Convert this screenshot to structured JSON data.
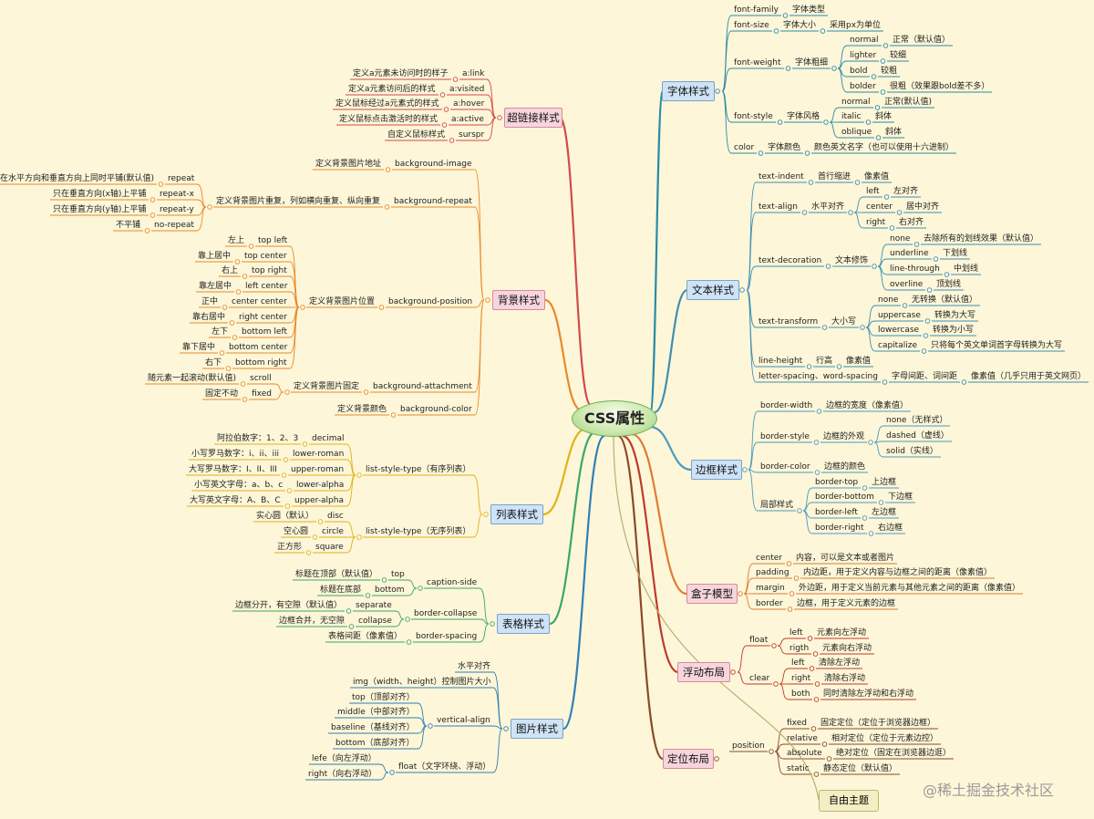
{
  "central": "CSS属性",
  "free_topic": "自由主题",
  "watermark": "@稀土掘金技术社区",
  "colors": {
    "background": "#fdf6d8",
    "topic_blue": "#cfe3f7",
    "topic_pink": "#f7d5dd",
    "central_green": "#cde9b0"
  },
  "topics": {
    "font_style": "字体样式",
    "text_style": "文本样式",
    "border_style": "边框样式",
    "box_model": "盒子模型",
    "float_layout": "浮动布局",
    "position_layout": "定位布局",
    "link_style": "超链接样式",
    "background_style": "背景样式",
    "list_style": "列表样式",
    "table_style": "表格样式",
    "image_style": "图片样式"
  },
  "font": {
    "family": [
      "font-family",
      "字体类型"
    ],
    "size": [
      "font-size",
      "字体大小",
      "采用px为单位"
    ],
    "weight": [
      "font-weight",
      "字体粗细"
    ],
    "weight_items": [
      [
        "normal",
        "正常（默认值）"
      ],
      [
        "lighter",
        "较细"
      ],
      [
        "bold",
        "较粗"
      ],
      [
        "bolder",
        "很粗（效果跟bold差不多）"
      ]
    ],
    "style": [
      "font-style",
      "字体风格"
    ],
    "style_items": [
      [
        "normal",
        "正常(默认值)"
      ],
      [
        "italic",
        "斜体"
      ],
      [
        "oblique",
        "斜体"
      ]
    ],
    "color": [
      "color",
      "字体颜色",
      "颜色英文名字（也可以使用十六进制）"
    ]
  },
  "text": {
    "indent": [
      "text-indent",
      "首行缩进",
      "像素值"
    ],
    "align": [
      "text-align",
      "水平对齐"
    ],
    "align_items": [
      [
        "left",
        "左对齐"
      ],
      [
        "center",
        "居中对齐"
      ],
      [
        "right",
        "右对齐"
      ]
    ],
    "decoration": [
      "text-decoration",
      "文本修饰"
    ],
    "decoration_items": [
      [
        "none",
        "去除所有的划线效果（默认值）"
      ],
      [
        "underline",
        "下划线"
      ],
      [
        "line-through",
        "中划线"
      ],
      [
        "overline",
        "顶划线"
      ]
    ],
    "transform": [
      "text-transform",
      "大小写"
    ],
    "transform_items": [
      [
        "none",
        "无转换（默认值）"
      ],
      [
        "uppercase",
        "转换为大写"
      ],
      [
        "lowercase",
        "转换为小写"
      ],
      [
        "capitalize",
        "只将每个英文单词首字母转换为大写"
      ]
    ],
    "line_height": [
      "line-height",
      "行高",
      "像素值"
    ],
    "spacing": [
      "letter-spacing、word-spacing",
      "字母间距、词间距",
      "像素值（几乎只用于英文网页）"
    ]
  },
  "border": {
    "width": [
      "border-width",
      "边框的宽度（像素值）"
    ],
    "style": [
      "border-style",
      "边框的外观"
    ],
    "style_items": [
      "none（无样式）",
      "dashed（虚线）",
      "solid（实线）"
    ],
    "color": [
      "border-color",
      "边框的颜色"
    ],
    "local": "局部样式",
    "local_items": [
      [
        "border-top",
        "上边框"
      ],
      [
        "border-bottom",
        "下边框"
      ],
      [
        "border-left",
        "左边框"
      ],
      [
        "border-right",
        "右边框"
      ]
    ]
  },
  "box": [
    [
      "center",
      "内容，可以是文本或者图片"
    ],
    [
      "padding",
      "内边距，用于定义内容与边框之间的距离（像素值）"
    ],
    [
      "margin",
      "外边距，用于定义当前元素与其他元素之间的距离（像素值）"
    ],
    [
      "border",
      "边框，用于定义元素的边框"
    ]
  ],
  "float": {
    "float": "float",
    "float_items": [
      [
        "left",
        "元素向左浮动"
      ],
      [
        "rigth",
        "元素向右浮动"
      ]
    ],
    "clear": "clear",
    "clear_items": [
      [
        "left",
        "清除左浮动"
      ],
      [
        "right",
        "清除右浮动"
      ],
      [
        "both",
        "同时清除左浮动和右浮动"
      ]
    ]
  },
  "position": {
    "label": "position",
    "items": [
      [
        "fixed",
        "固定定位（定位于浏览器边框）"
      ],
      [
        "relative",
        "相对定位（定位于元素边控）"
      ],
      [
        "absolute",
        "绝对定位（固定在浏览器边逛）"
      ],
      [
        "static",
        "静态定位（默认值）"
      ]
    ]
  },
  "links": [
    [
      "定义a元素未访问时的样子",
      "a:link"
    ],
    [
      "定义a元素访问后的样式",
      "a:visited"
    ],
    [
      "定义鼠标经过a元素式的样式",
      "a:hover"
    ],
    [
      "定义鼠标点击激活时的样式",
      "a:active"
    ],
    [
      "自定义鼠标样式",
      "surspr"
    ]
  ],
  "bg": {
    "image": [
      "定义背景图片地址",
      "background-image"
    ],
    "repeat": [
      "定义背景图片重复，列如横向重复、纵向重复",
      "background-repeat"
    ],
    "repeat_items": [
      [
        "在水平方向和垂直方向上同时平铺(默认值)",
        "repeat"
      ],
      [
        "只在垂直方向(x轴)上平铺",
        "repeat-x"
      ],
      [
        "只在垂直方向(y轴)上平铺",
        "repeat-y"
      ],
      [
        "不平铺",
        "no-repeat"
      ]
    ],
    "position": [
      "定义背景图片位置",
      "background-position"
    ],
    "position_items": [
      [
        "左上",
        "top left"
      ],
      [
        "靠上居中",
        "top center"
      ],
      [
        "右上",
        "top right"
      ],
      [
        "靠左居中",
        "left  center"
      ],
      [
        "正中",
        "center  center"
      ],
      [
        "靠右居中",
        "right center"
      ],
      [
        "左下",
        "bottom left"
      ],
      [
        "靠下居中",
        "bottom center"
      ],
      [
        "右下",
        "bottom right"
      ]
    ],
    "attachment": [
      "定义背景图片固定",
      "background-attachment"
    ],
    "attachment_items": [
      [
        "随元素一起滚动(默认值)",
        "scroll"
      ],
      [
        "固定不动",
        "fixed"
      ]
    ],
    "color": [
      "定义背景颜色",
      "background-color"
    ]
  },
  "list": {
    "ordered": "list-style-type（有序列表）",
    "ordered_items": [
      [
        "阿拉伯数字：1、2、3",
        "decimal"
      ],
      [
        "小写罗马数字：i、ii、iii",
        "lower-roman"
      ],
      [
        "大写罗马数字：I、II、III",
        "upper-roman"
      ],
      [
        "小写英文字母：a、b、c",
        "lower-alpha"
      ],
      [
        "大写英文字母：A、B、C",
        "upper-alpha"
      ]
    ],
    "unordered": "list-style-type（无序列表）",
    "unordered_items": [
      [
        "实心圆（默认）",
        "disc"
      ],
      [
        "空心圆",
        "circle"
      ],
      [
        "正方形",
        "square"
      ]
    ]
  },
  "table": {
    "caption": "caption-side",
    "caption_items": [
      [
        "标题在顶部（默认值）",
        "top"
      ],
      [
        "标题在底部",
        "bottom"
      ]
    ],
    "collapse": "border-collapse",
    "collapse_items": [
      [
        "边框分开，有空隙（默认值）",
        "separate"
      ],
      [
        "边框合并，无空隙",
        "collapse"
      ]
    ],
    "spacing": [
      "表格间距（像素值）",
      "border-spacing"
    ]
  },
  "image": {
    "align": "水平对齐",
    "size": "img（width、height）控制图片大小",
    "valign": "vertical-align",
    "valign_items": [
      "top（顶部对齐）",
      "middle（中部对齐）",
      "baseline（基线对齐）",
      "bottom（底部对齐）"
    ],
    "float": "float（文字环绕、浮动）",
    "float_items": [
      "lefe（向左浮动）",
      "right（向右浮动）"
    ]
  }
}
